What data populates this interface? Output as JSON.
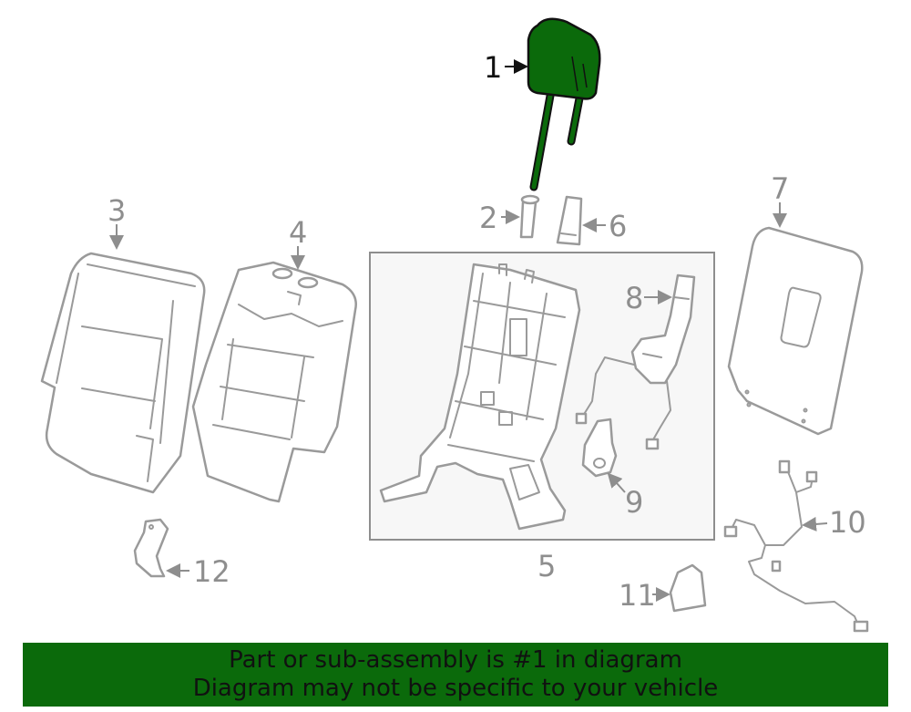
{
  "highlight_color": "#0b6a0b",
  "callouts": {
    "c1": "1",
    "c2": "2",
    "c3": "3",
    "c4": "4",
    "c5": "5",
    "c6": "6",
    "c7": "7",
    "c8": "8",
    "c9": "9",
    "c10": "10",
    "c11": "11",
    "c12": "12"
  },
  "banner": {
    "line1": "Part or sub-assembly is #1 in diagram",
    "line2": "Diagram may not be specific to your vehicle"
  }
}
